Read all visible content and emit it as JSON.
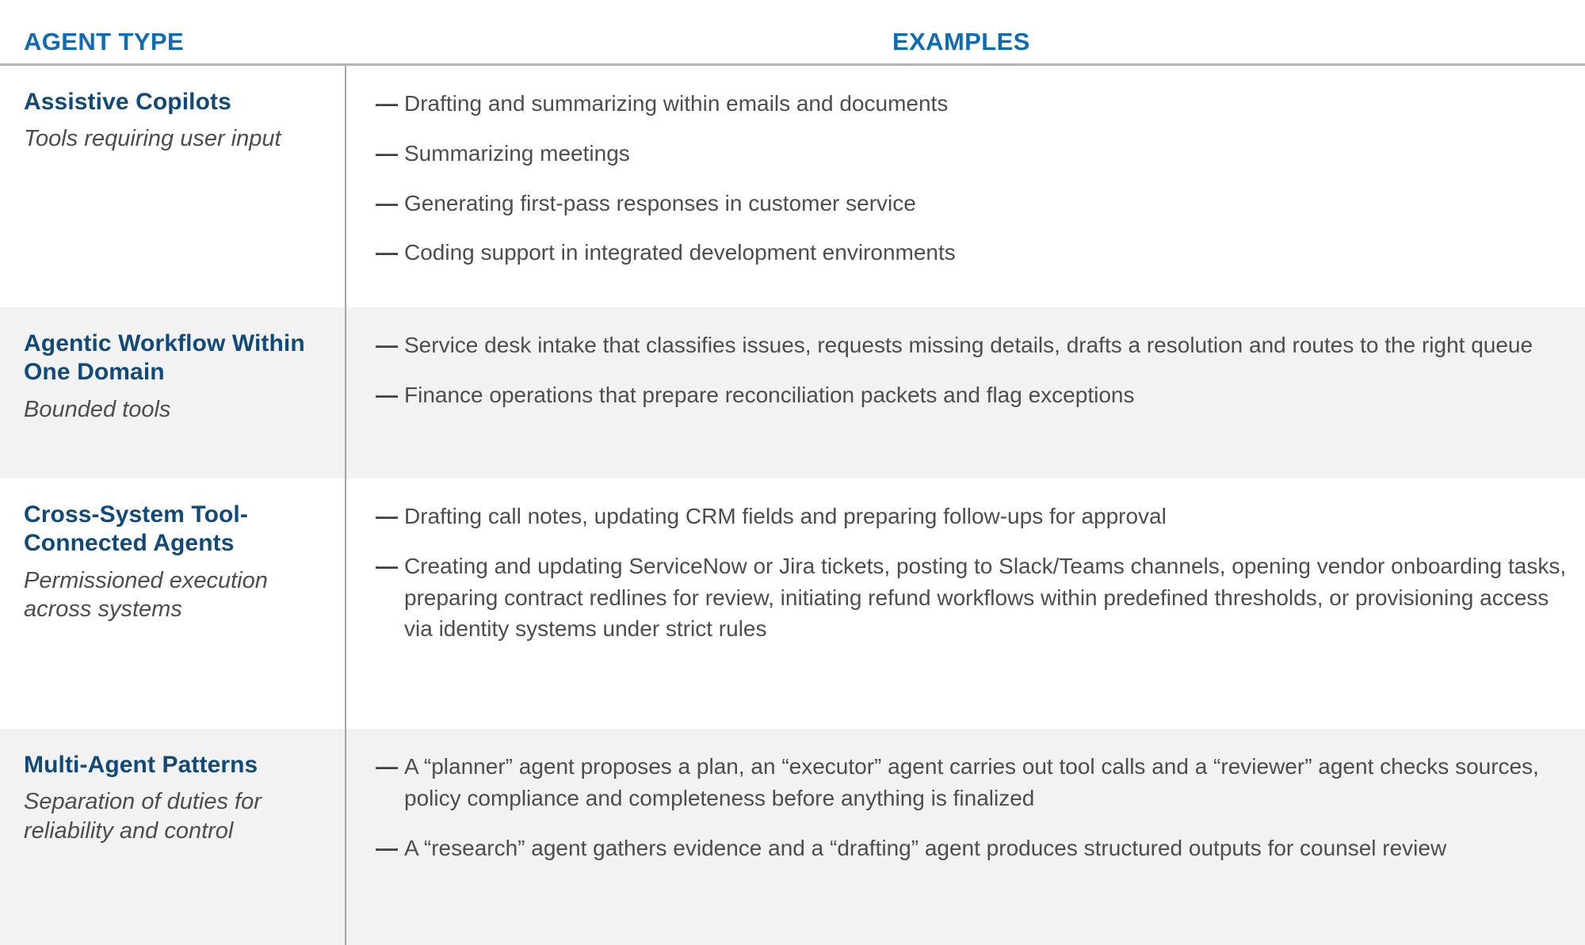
{
  "header": {
    "col_agent_type": "AGENT TYPE",
    "col_examples": "EXAMPLES",
    "accent_color": "#0f6cb4"
  },
  "colors": {
    "header_text": "#0f6cb4",
    "row_title": "#114a78",
    "body_text": "#4d4d4d",
    "shaded_row_bg": "#f3f2f2",
    "plain_row_bg": "#ffffff",
    "divider": "#a6a6a6",
    "header_rule": "#b3b3b3"
  },
  "bullet_glyph": "—",
  "rows": [
    {
      "title": "Assistive Copilots",
      "subtitle": "Tools requiring user input",
      "shaded": false,
      "examples": [
        "Drafting and summarizing within emails and documents",
        "Summarizing meetings",
        "Generating first-pass responses in customer service",
        "Coding support in integrated development environments"
      ]
    },
    {
      "title": "Agentic Workflow Within One Domain",
      "subtitle": "Bounded tools",
      "shaded": true,
      "examples": [
        "Service desk intake that classifies issues, requests missing details, drafts a resolution and routes to the right queue",
        "Finance operations that prepare reconciliation packets and flag exceptions"
      ]
    },
    {
      "title": "Cross-System Tool-Connected Agents",
      "subtitle": "Permissioned execution across systems",
      "shaded": false,
      "examples": [
        "Drafting call notes, updating CRM fields and preparing follow-ups for approval",
        "Creating and updating ServiceNow or Jira tickets, posting to Slack/Teams channels, opening vendor onboarding tasks, preparing contract redlines for review, initiating refund workflows within predefined thresholds, or provisioning access via identity systems under strict rules"
      ]
    },
    {
      "title": "Multi-Agent Patterns",
      "subtitle": "Separation of duties for reliability and control",
      "shaded": true,
      "examples": [
        "A “planner” agent proposes a plan, an “executor” agent carries out tool calls and a “reviewer” agent checks sources, policy compliance and completeness before anything is finalized",
        "A “research” agent gathers evidence and a “drafting” agent produces structured outputs for counsel review"
      ]
    }
  ]
}
